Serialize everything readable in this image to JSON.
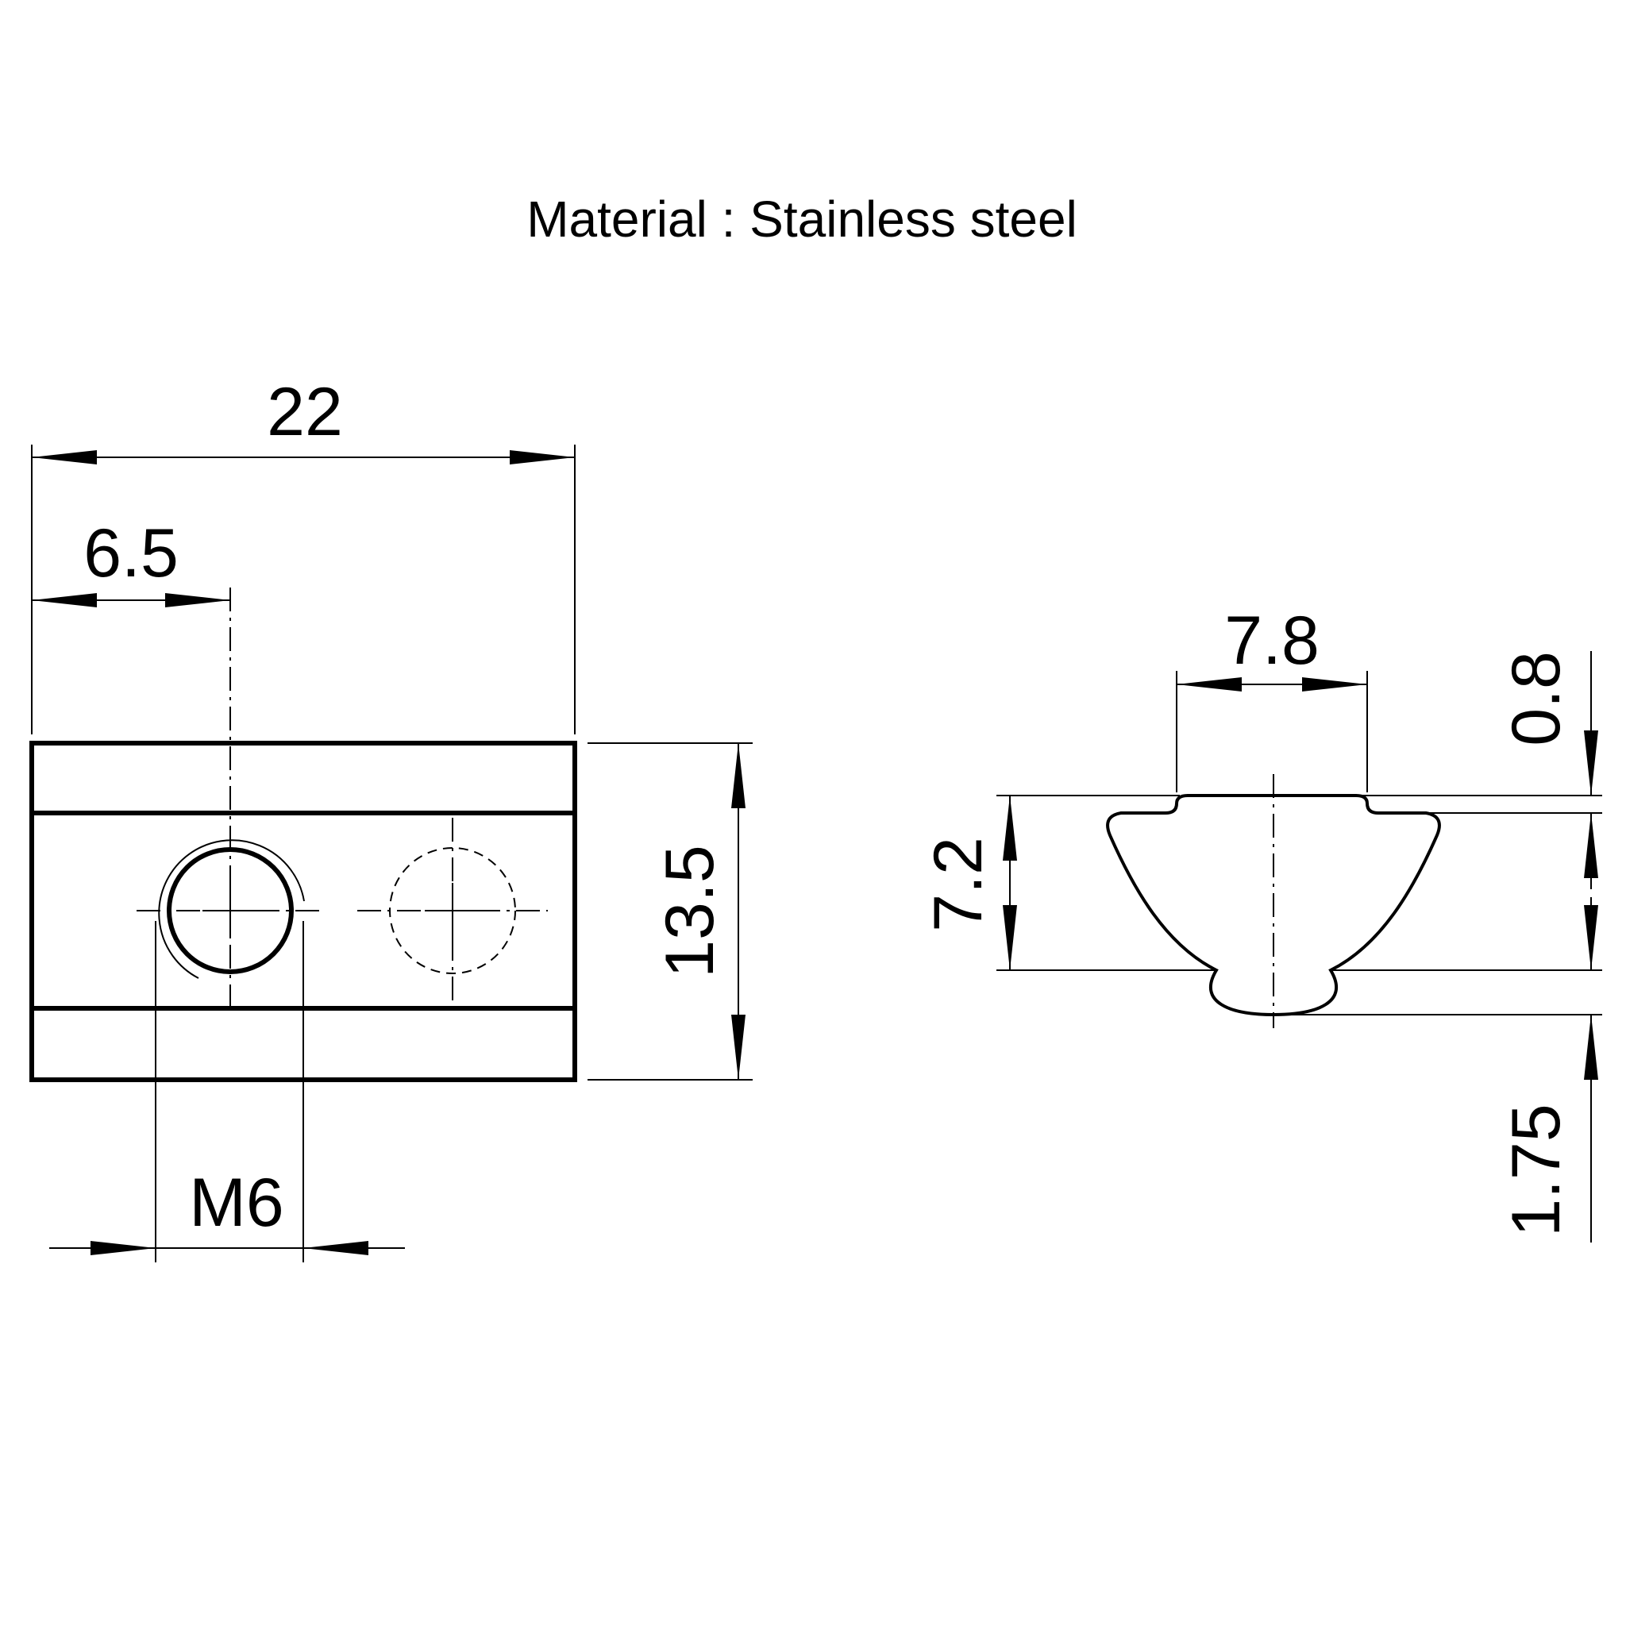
{
  "title": "Material : Stainless steel",
  "dimensions": {
    "overall_length": "22",
    "hole_offset": "6.5",
    "height": "13.5",
    "thread": "M6",
    "top_width": "7.8",
    "profile_height": "7.2",
    "lip_thickness": "0.8",
    "bottom_protrusion": "1.75"
  }
}
